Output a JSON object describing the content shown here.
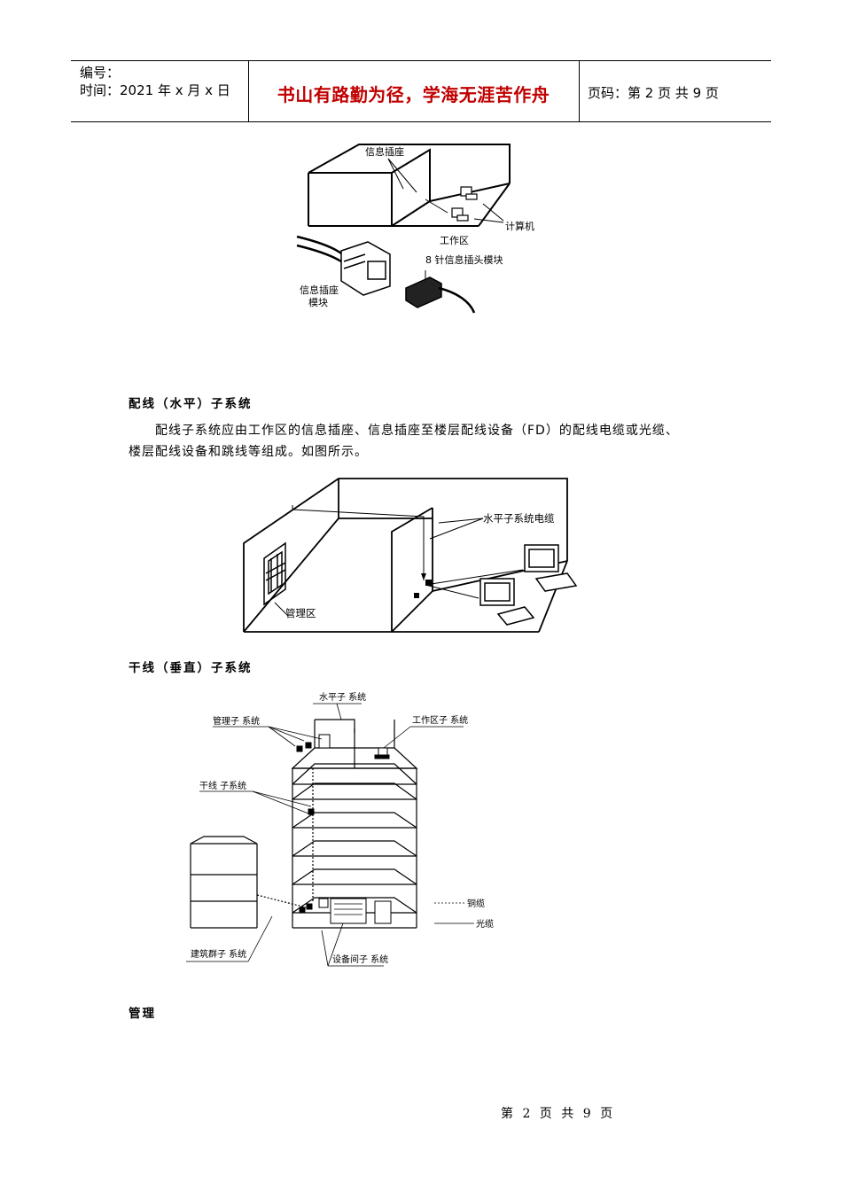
{
  "header": {
    "code_label": "编号：",
    "date_line": "时间：2021 年 x 月 x 日",
    "motto": "书山有路勤为径，学海无涯苦作舟",
    "page_info": "页码：第 2 页  共 9 页"
  },
  "figure1": {
    "label_outlet": "信息插座",
    "label_computer": "计算机",
    "label_work_area": "工作区",
    "label_8pin": "8 针信息插头模块",
    "label_outlet_module_1": "信息插座",
    "label_outlet_module_2": "模块"
  },
  "section_horizontal": {
    "title": "配线（水平）子系统",
    "para_line1": "配线子系统应由工作区的信息插座、信息插座至楼层配线设备（FD）的配线电缆或光缆、",
    "para_line2": "楼层配线设备和跳线等组成。如图所示。"
  },
  "figure2": {
    "label_cable": "水平子系统电缆",
    "label_mgmt": "管理区"
  },
  "section_backbone": {
    "title": "干线（垂直）子系统"
  },
  "figure3": {
    "label_horizontal": "水平子 系统",
    "label_mgmt": "管理子 系统",
    "label_work": "工作区子 系统",
    "label_backbone": "干线 子系统",
    "label_copper": "铜缆",
    "label_fiber": "光缆",
    "label_campus": "建筑群子 系统",
    "label_equipment": "设备间子 系统"
  },
  "section_management": {
    "title": "管理"
  },
  "footer": {
    "page_text": "第 2 页 共 9 页"
  }
}
